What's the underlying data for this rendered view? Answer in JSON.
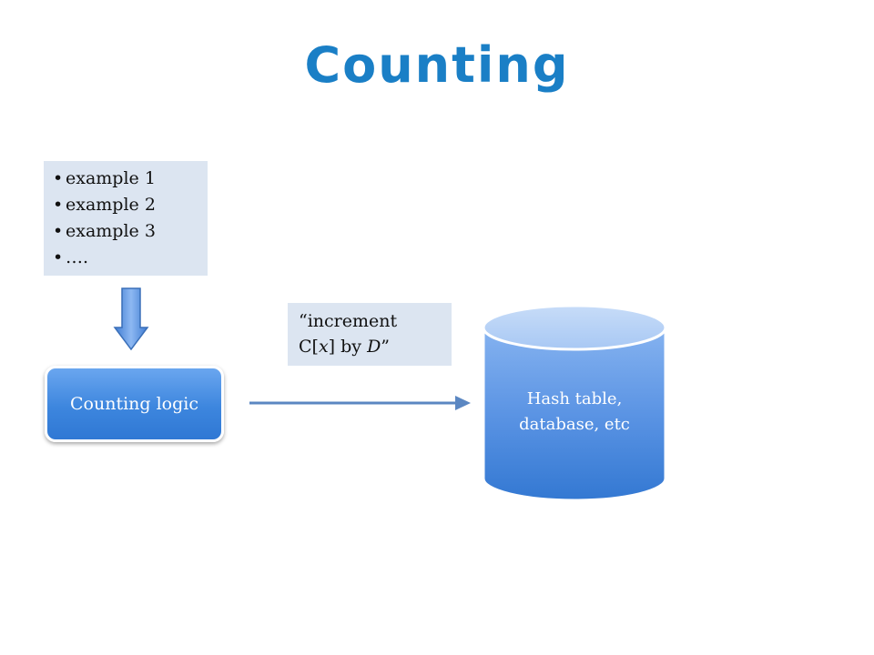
{
  "slide": {
    "title": "Counting"
  },
  "examples": {
    "items": [
      "example 1",
      "example 2",
      "example 3",
      "…."
    ],
    "bullet": "•"
  },
  "logic": {
    "label": "Counting logic"
  },
  "increment": {
    "quote_open": "“",
    "word": "increment",
    "c_prefix": "C[",
    "var_x": "x",
    "c_suffix": "] by ",
    "var_d": "D",
    "quote_close": "”"
  },
  "store": {
    "line1": "Hash table,",
    "line2": "database, etc"
  },
  "colors": {
    "title": "#1a7fc6",
    "box_fill": "#dce5f1",
    "blue_shape": "#3d86de",
    "arrow": "#4f81bd"
  }
}
